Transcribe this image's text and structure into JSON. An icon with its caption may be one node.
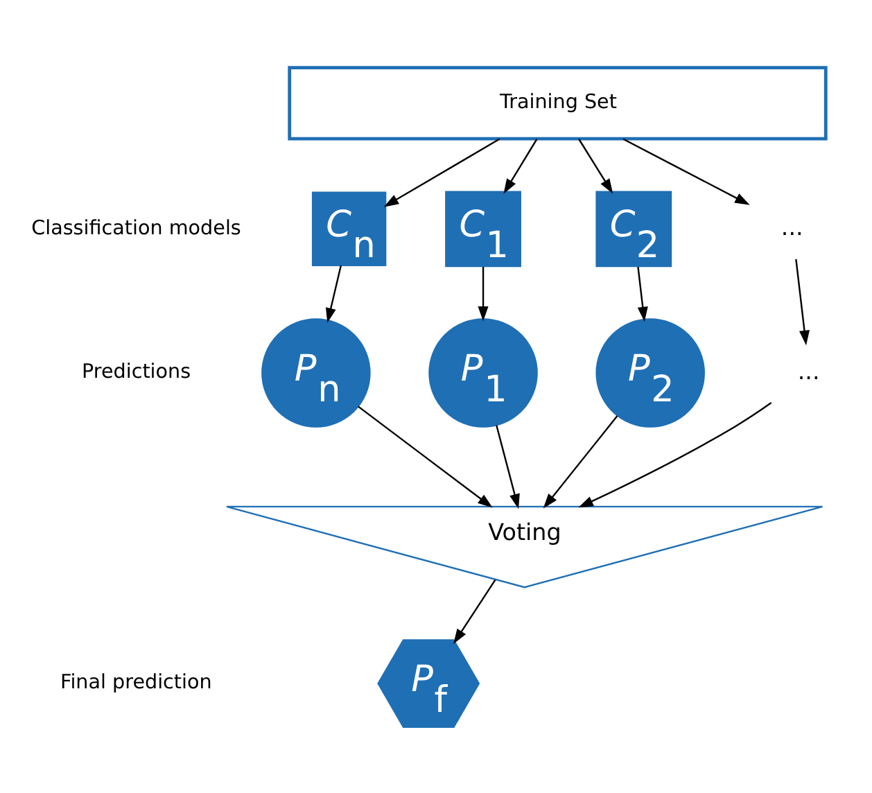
{
  "diagram": {
    "nodes": [
      {
        "text": [
          "Training Set"
        ]
      },
      {
        "text": [
          "*C*$_{1}$"
        ]
      },
      {
        "text": [
          "*C*$_{2}$"
        ]
      },
      {
        "text": [
          "..."
        ]
      },
      {
        "text": [
          "*C*$_{n}$"
        ]
      },
      {
        "text": [
          "*P*$_{1}$"
        ]
      },
      {
        "text": [
          "*P*$_{2}$"
        ]
      },
      {
        "text": [
          "..."
        ]
      },
      {
        "text": [
          "*P*$_{n}$"
        ]
      },
      {
        "text": [
          "Voting"
        ]
      },
      {
        "text": [
          "*P*$_{f}$"
        ]
      }
    ],
    "edges": [
      {
        "from": 0,
        "to": 1,
        "arrow": "to"
      },
      {
        "from": 0,
        "to": 2,
        "arrow": "to"
      },
      {
        "from": 0,
        "to": 3,
        "arrow": "to"
      },
      {
        "from": 0,
        "to": 4,
        "arrow": "to"
      },
      {
        "from": 1,
        "to": 5,
        "arrow": "to"
      },
      {
        "from": 2,
        "to": 6,
        "arrow": "to"
      },
      {
        "from": 3,
        "to": 7,
        "arrow": "to"
      },
      {
        "from": 4,
        "to": 8,
        "arrow": "to"
      },
      {
        "from": 5,
        "to": 9,
        "arrow": "to"
      },
      {
        "from": 6,
        "to": 9,
        "arrow": "to"
      },
      {
        "from": 7,
        "to": 9,
        "arrow": "to"
      },
      {
        "from": 8,
        "to": 9,
        "arrow": "to"
      },
      {
        "from": 9,
        "to": 10,
        "arrow": "to"
      }
    ],
    "labels": [
      "Classification models",
      "Predictions",
      "Final prediction"
    ]
  }
}
